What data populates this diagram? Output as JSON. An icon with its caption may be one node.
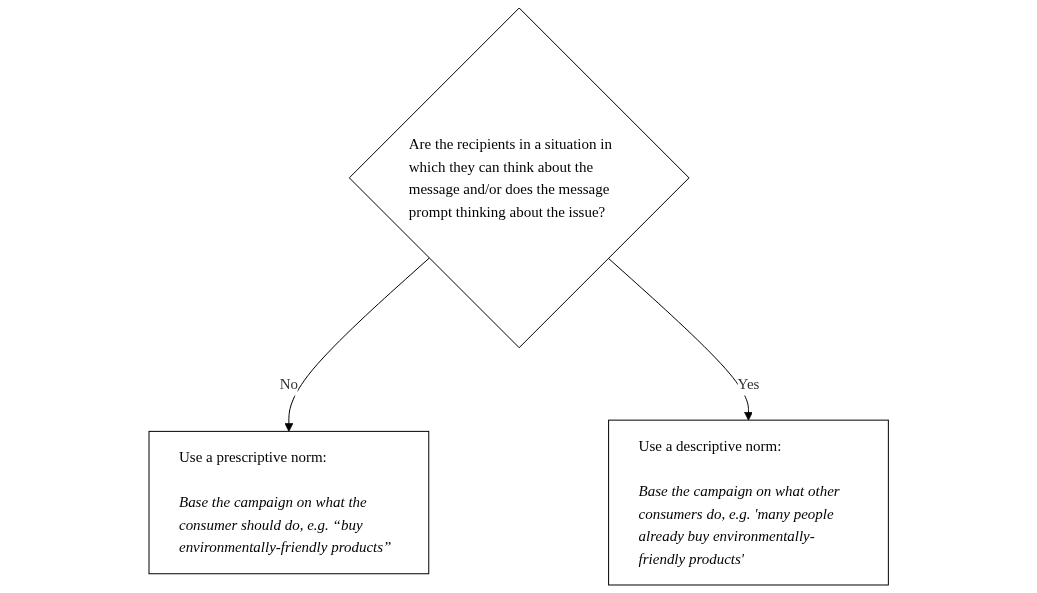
{
  "diagram": {
    "nodes": [
      {
        "text": [
          "Are the recipients in a situation in which they can think about the message and/or does the message prompt thinking about the issue?"
        ]
      },
      {
        "text": [
          "Use a prescriptive norm:",
          "Base the campaign on what the consumer should do, e.g. “buy environmentally-friendly products”"
        ]
      },
      {
        "text": [
          "Use a descriptive norm:",
          "Base the campaign on what other consumers do, e.g. 'many people already buy environmentally-friendly products'"
        ]
      }
    ],
    "edges": [
      {
        "from": 0,
        "to": 1,
        "arrow": "to",
        "label": "No"
      },
      {
        "from": 0,
        "to": 2,
        "arrow": "to",
        "label": "Yes"
      }
    ]
  }
}
